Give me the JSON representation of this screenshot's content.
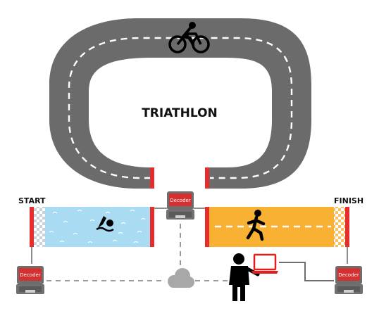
{
  "diagram": {
    "title": "TRIATHLON",
    "start_label": "START",
    "finish_label": "FINISH",
    "decoder_label": "Decoder"
  },
  "colors": {
    "road": "#6b6b6b",
    "lane_marking": "#ffffff",
    "water": "#a9dcf2",
    "run_zone": "#f8b133",
    "mat_red": "#e52d2d",
    "decoder_red": "#d62f2f",
    "decoder_case": "#6e6e6e",
    "cloud": "#a8a8a8",
    "connection": "#8c8c8c",
    "laptop": "#e01e1e",
    "silhouette": "#000000"
  },
  "icons": [
    "cyclist-icon",
    "swimmer-icon",
    "runner-icon",
    "person-icon",
    "laptop-icon",
    "cloud-icon",
    "decoder-icon"
  ]
}
